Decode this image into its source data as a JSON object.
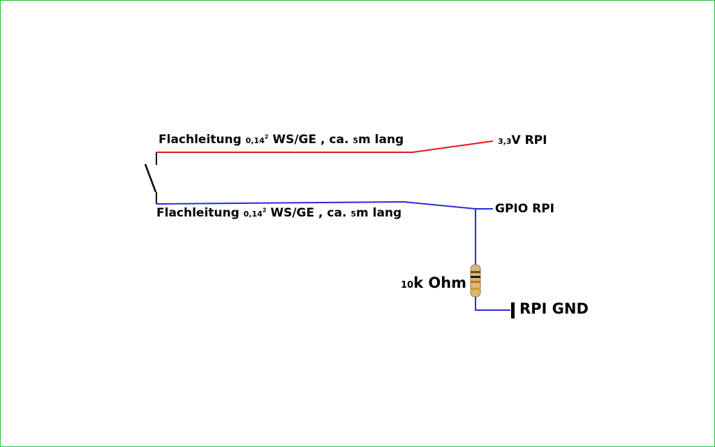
{
  "labels": {
    "cable_top": {
      "name": "Flachleitung",
      "cross_section": "0,14",
      "exponent": "2",
      "colors": "WS/GE",
      "length_prefix": ", ca.",
      "length_num": "5",
      "length_suffix": "m lang"
    },
    "cable_bottom": {
      "name": "Flachleitung",
      "cross_section": "0,14",
      "exponent": "2",
      "colors": "WS/GE",
      "length_prefix": ", ca.",
      "length_num": "5",
      "length_suffix": "m lang"
    },
    "supply": {
      "num": "3,3",
      "text": "V RPI"
    },
    "gpio": "GPIO RPI",
    "resistor": {
      "num": "10",
      "text": "k Ohm"
    },
    "ground": "RPI GND"
  },
  "colors": {
    "supply_wire": "#e8141b",
    "signal_wire": "#2b2bd8",
    "switch": "#000000",
    "frame": "#22c52e",
    "resistor_body": "#d8b77a"
  }
}
